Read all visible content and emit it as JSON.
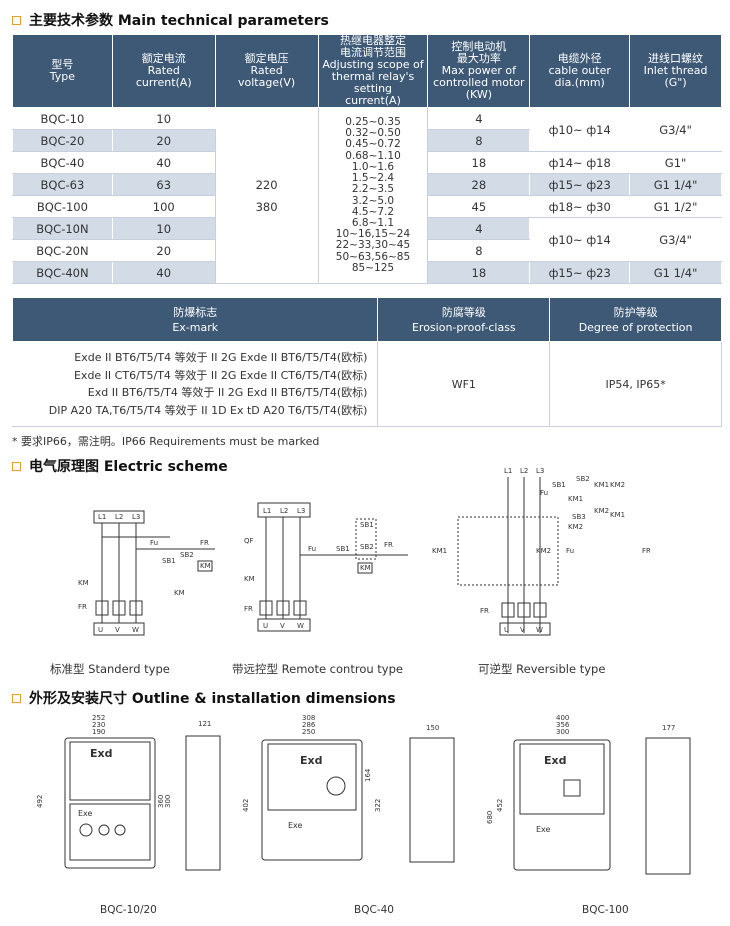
{
  "sections": {
    "main_params": "主要技术参数 Main technical parameters",
    "electric": "电气原理图 Electric scheme",
    "outline": "外形及安装尺寸 Outline & installation dimensions"
  },
  "table1": {
    "headers": {
      "type": [
        "型号",
        "Type"
      ],
      "current": [
        "额定电流",
        "Rated",
        "current(A)"
      ],
      "voltage": [
        "额定电压",
        "Rated",
        "voltage(V)"
      ],
      "adjust": [
        "热继电器整定",
        "电流调节范围",
        "Adjusting scope of",
        "thermal relay's setting",
        "current(A)"
      ],
      "power": [
        "控制电动机",
        "最大功率",
        "Max power of",
        "controlled motor",
        "(KW)"
      ],
      "cable": [
        "电缆外径",
        "cable outer",
        "dia.(mm)"
      ],
      "thread": [
        "进线口螺纹",
        "Inlet thread",
        "(G\")"
      ]
    },
    "types": [
      "BQC-10",
      "BQC-20",
      "BQC-40",
      "BQC-63",
      "BQC-100",
      "BQC-10N",
      "BQC-20N",
      "BQC-40N"
    ],
    "currents": [
      "10",
      "20",
      "40",
      "63",
      "100",
      "10",
      "20",
      "40"
    ],
    "voltages": [
      "220",
      "380"
    ],
    "adjust_ranges": [
      "0.25~0.35",
      "0.32~0.50",
      "0.45~0.72",
      "0.68~1.10",
      "1.0~1.6",
      "1.5~2.4",
      "2.2~3.5",
      "3.2~5.0",
      "4.5~7.2",
      "6.8~1.1",
      "10~16,15~24",
      "22~33,30~45",
      "50~63,56~85",
      "85~125"
    ],
    "powers": [
      "4",
      "8",
      "18",
      "28",
      "45",
      "4",
      "8",
      "18"
    ],
    "cables": [
      "ф10~ ф14",
      "ф14~ ф18",
      "ф15~ ф23",
      "ф18~ ф30",
      "ф10~ ф14",
      "ф15~ ф23"
    ],
    "threads": [
      "G3/4\"",
      "G1\"",
      "G1 1/4\"",
      "G1 1/2\"",
      "G3/4\"",
      "G1 1/4\""
    ]
  },
  "table2": {
    "headers": {
      "exmark": [
        "防爆标志",
        "Ex-mark"
      ],
      "erosion": [
        "防腐等级",
        "Erosion-proof-class"
      ],
      "protection": [
        "防护等级",
        "Degree of protection"
      ]
    },
    "exmarks": [
      "Exde II BT6/T5/T4 等效于 II 2G Exde II BT6/T5/T4(欧标)",
      "Exde II CT6/T5/T4 等效于 II 2G Exde II CT6/T5/T4(欧标)",
      "Exd II BT6/T5/T4 等效于 II 2G Exd II BT6/T5/T4(欧标)",
      "DIP A20 TA,T6/T5/T4  等效于 II 1D Ex tD A20 T6/T5/T4(欧标)"
    ],
    "erosion": "WF1",
    "protection": "IP54, IP65*"
  },
  "note": "* 要求IP66，需注明。IP66 Requirements must be marked",
  "schemes": {
    "standard": "标准型 Standerd type",
    "remote": "带远控型 Remote controu type",
    "reversible": "可逆型 Reversible type",
    "labels": {
      "l1": "L1",
      "l2": "L2",
      "l3": "L3",
      "u": "U",
      "v": "V",
      "w": "W",
      "fu": "Fu",
      "fr": "FR",
      "sb1": "SB1",
      "sb2": "SB2",
      "sb3": "SB3",
      "km": "KM",
      "km1": "KM1",
      "km2": "KM2",
      "qf": "QF"
    }
  },
  "outline": {
    "models": [
      "BQC-10/20",
      "BQC-40",
      "BQC-100"
    ],
    "exd": "Exd",
    "exe": "Exe",
    "dims_a": [
      "252",
      "230",
      "190",
      "492",
      "360",
      "300",
      "121"
    ],
    "dims_b": [
      "308",
      "286",
      "250",
      "402",
      "164",
      "322",
      "150"
    ],
    "dims_c": [
      "400",
      "356",
      "300",
      "680",
      "452",
      "177"
    ]
  },
  "colors": {
    "header_bg": "#3d5976",
    "row_shade": "#d2dbe6",
    "accent": "#e8a02a"
  }
}
